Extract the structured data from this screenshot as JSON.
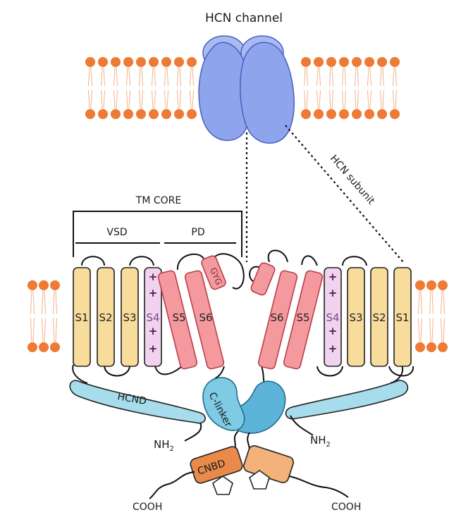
{
  "title": "HCN channel",
  "subunit_label": "HCN subunit",
  "brackets": {
    "tm_core": "TM CORE",
    "vsd": "VSD",
    "pd": "PD"
  },
  "motif": "GYG",
  "segments_left": [
    "S1",
    "S2",
    "S3",
    "S4",
    "S5",
    "S6"
  ],
  "segments_right": [
    "S6",
    "S5",
    "S4",
    "S3",
    "S2",
    "S1"
  ],
  "domains": {
    "hcnd": "HCND",
    "clinker": "C-linker",
    "cnbd": "CNBD"
  },
  "termini": {
    "nh2": "NH",
    "nh2_sub": "2",
    "cooh": "COOH"
  },
  "s4_charge": "+",
  "colors": {
    "lipid_head": "#ee7a35",
    "channel": "#8ea4ec",
    "vsd": "#f8dc9c",
    "s4": "#f1d2ef",
    "pore": "#f49a9f",
    "linker": "#7fcbe3",
    "cnbd": "#f2b279"
  }
}
